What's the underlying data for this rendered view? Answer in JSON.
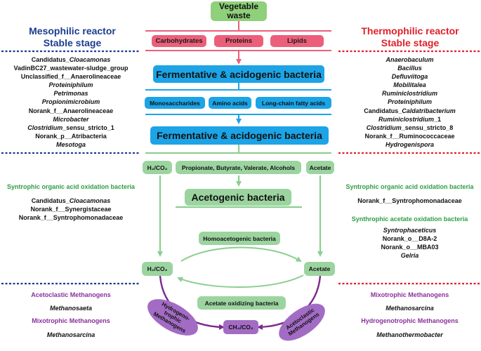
{
  "top": {
    "input": "Vegetable waste"
  },
  "left_header": {
    "line1": "Mesophilic reactor",
    "line2": "Stable stage"
  },
  "right_header": {
    "line1": "Thermophilic reactor",
    "line2": "Stable stage"
  },
  "substrates": [
    "Carbohydrates",
    "Proteins",
    "Lipids"
  ],
  "fermentative_label": "Fermentative & acidogenic bacteria",
  "intermediates": [
    "Monosaccharides",
    "Amino acids",
    "Long-chain fatty acids"
  ],
  "fermentation_products": {
    "h2co2": "H₂/CO₂",
    "vfa": "Propionate, Butyrate, Valerate, Alcohols",
    "acetate": "Acetate"
  },
  "acetogenic_label": "Acetogenic bacteria",
  "homoacetogenic_label": "Homoacetogenic bacteria",
  "acetate_oxidizing_label": "Acetate oxidizing bacteria",
  "h2co2_lower": "H₂/CO₂",
  "acetate_lower": "Acetate",
  "methane_product": "CH₄/CO₂",
  "hydrogenotrophic_ellipse": [
    "Hydrogeno-",
    "trophic",
    "Methanogens"
  ],
  "acetoclastic_ellipse": [
    "Acetoclastic",
    "Methanogens"
  ],
  "meso_fermenters": [
    {
      "text": "Candidatus_",
      "it": "Cloacamonas"
    },
    {
      "text": "VadinBC27_wastewater-sludge_group"
    },
    {
      "text": "Unclassified_f__Anaerolineaceae"
    },
    {
      "it": "Proteiniphilum"
    },
    {
      "it": "Petrimonas"
    },
    {
      "it": "Propionimicrobium"
    },
    {
      "text": "Norank_f__Anaerolineaceae"
    },
    {
      "it": "Microbacter"
    },
    {
      "it": "Clostridium",
      "text": "_sensu_stricto_1"
    },
    {
      "text": "Norank_p__Atribacteria"
    },
    {
      "it": "Mesotoga"
    }
  ],
  "thermo_fermenters": [
    {
      "it": "Anaerobaculum"
    },
    {
      "it": "Bacillus"
    },
    {
      "it": "Defluviitoga"
    },
    {
      "it": "Mobilitalea"
    },
    {
      "it": "Ruminiclostridium"
    },
    {
      "it": "Proteiniphilum"
    },
    {
      "text": "Candidatus_",
      "it": "Caldatribacterium"
    },
    {
      "it": "Ruminiclostridium",
      "text": "_1"
    },
    {
      "it": "Clostridium",
      "text": "_sensu_stricto_8"
    },
    {
      "text": "Norank_f__Ruminococcaceae"
    },
    {
      "it": "Hydrogenispora"
    }
  ],
  "meso_syntrophic": {
    "heading": "Syntrophic organic acid oxidation bacteria",
    "items": [
      {
        "text": "Candidatus_",
        "it": "Cloacamonas"
      },
      {
        "text": "Norank_f__Synergistaceae"
      },
      {
        "text": "Norank_f__Syntrophomonadaceae"
      }
    ]
  },
  "thermo_syntrophic": {
    "heading": "Syntrophic organic acid oxidation bacteria",
    "items": [
      {
        "text": "Norank_f__Syntrophomonadaceae"
      }
    ]
  },
  "thermo_acetate_oxidation": {
    "heading": "Synthrophic acetate oxidation bacteria",
    "items": [
      {
        "it": "Syntrophaceticus"
      },
      {
        "text": "Norank_o__D8A-2"
      },
      {
        "text": "Norank_o__MBA03"
      },
      {
        "it": "Gelria"
      }
    ]
  },
  "meso_methanogens": {
    "acetoclastic_heading": "Acetoclastic Methanogens",
    "acetoclastic_item": "Methanosaeta",
    "mixotrophic_heading": "Mixotrophic Methanogens",
    "mixotrophic_item": "Methanosarcina"
  },
  "thermo_methanogens": {
    "mixotrophic_heading": "Mixotrophic Methanogens",
    "mixotrophic_item": "Methanosarcina",
    "hydrogenotrophic_heading": "Hydrogenotrophic Methanogens",
    "hydrogenotrophic_item": "Methanothermobacter"
  },
  "colors": {
    "input": "#8fd07a",
    "pink": "#ec5f7a",
    "blue": "#1ca4e6",
    "green": "#9cd4a0",
    "purple": "#a36cc4",
    "meso_title": "#1a3d8f",
    "thermo_title": "#e0202a"
  }
}
